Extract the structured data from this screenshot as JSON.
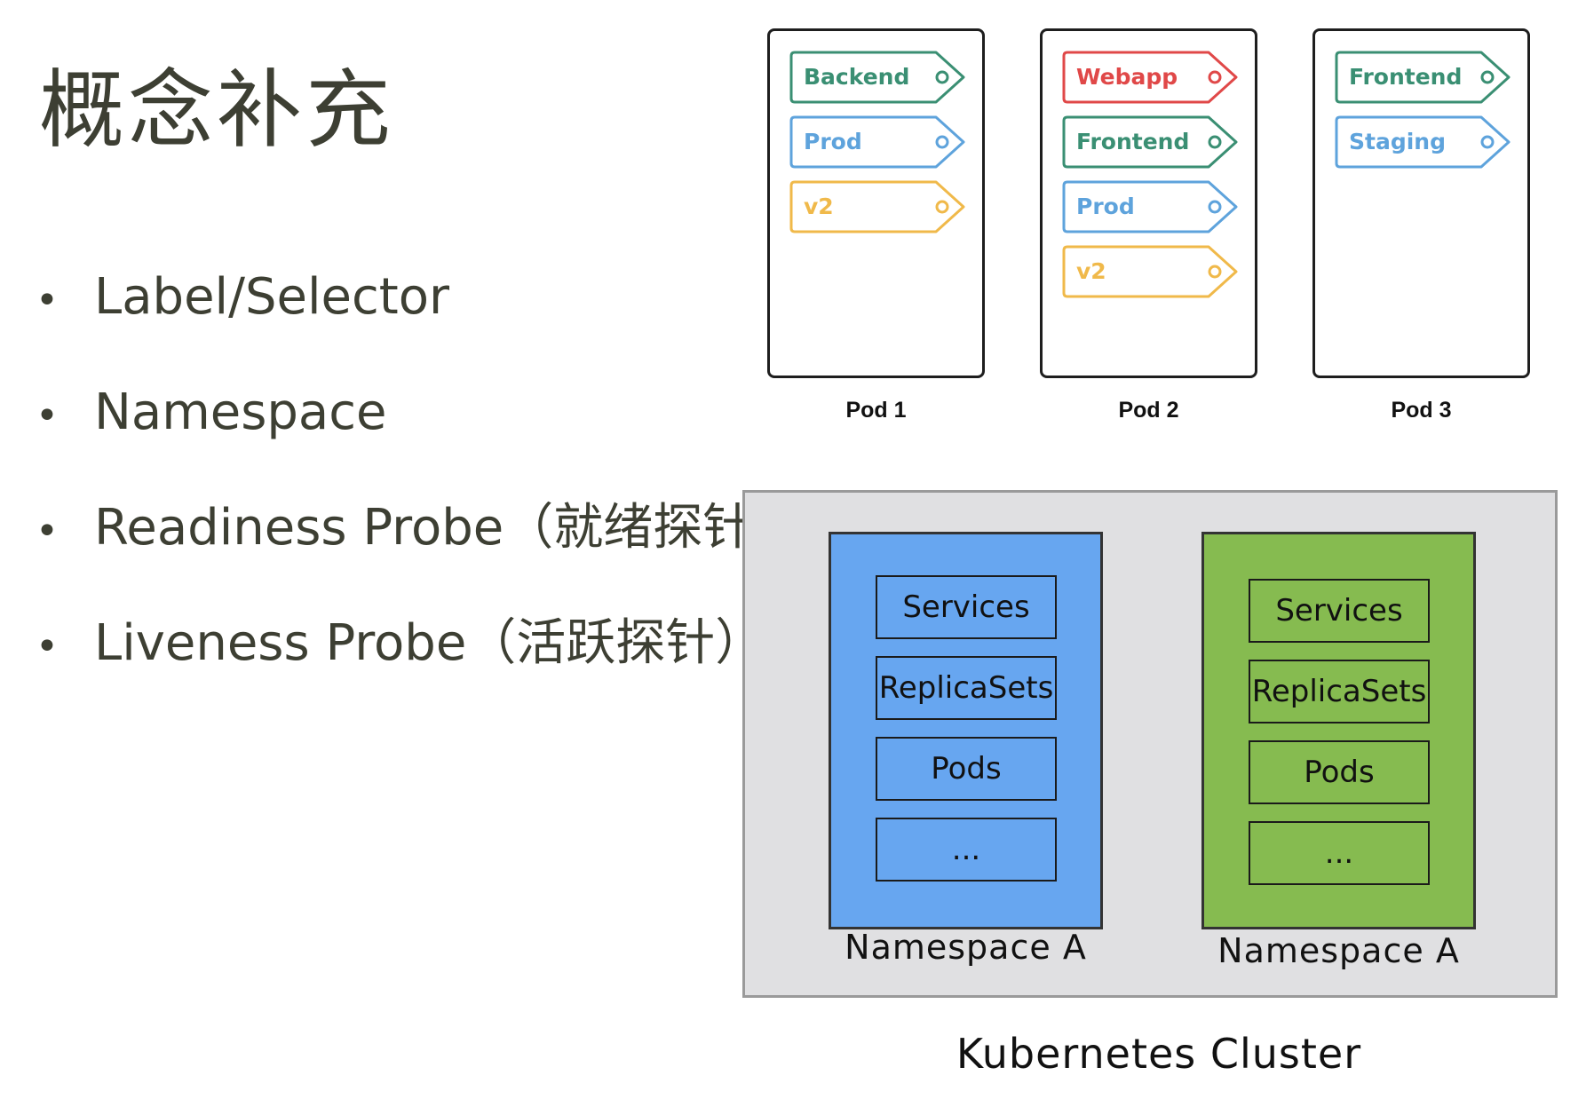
{
  "title": "概念补充",
  "bullet_symbol": "•",
  "bullets": [
    "Label/Selector",
    "Namespace",
    "Readiness Probe（就绪探针）",
    "Liveness Probe（活跃探针）"
  ],
  "pods": [
    {
      "name": "Pod 1",
      "labels": [
        {
          "text": "Backend",
          "color": "#3a8f73"
        },
        {
          "text": "Prod",
          "color": "#5ea3dc"
        },
        {
          "text": "v2",
          "color": "#f0b94a"
        }
      ]
    },
    {
      "name": "Pod 2",
      "labels": [
        {
          "text": "Webapp",
          "color": "#e04848"
        },
        {
          "text": "Frontend",
          "color": "#3a8f73"
        },
        {
          "text": "Prod",
          "color": "#5ea3dc"
        },
        {
          "text": "v2",
          "color": "#f0b94a"
        }
      ]
    },
    {
      "name": "Pod 3",
      "labels": [
        {
          "text": "Frontend",
          "color": "#3a8f73"
        },
        {
          "text": "Staging",
          "color": "#5ea3dc"
        }
      ]
    }
  ],
  "cluster": {
    "label": "Kubernetes Cluster",
    "namespaces": [
      {
        "label": "Namespace A",
        "color": "#67a6f0",
        "resources": [
          "Services",
          "ReplicaSets",
          "Pods",
          "..."
        ]
      },
      {
        "label": "Namespace A",
        "color": "#86bb50",
        "resources": [
          "Services",
          "ReplicaSets",
          "Pods",
          "..."
        ]
      }
    ]
  }
}
